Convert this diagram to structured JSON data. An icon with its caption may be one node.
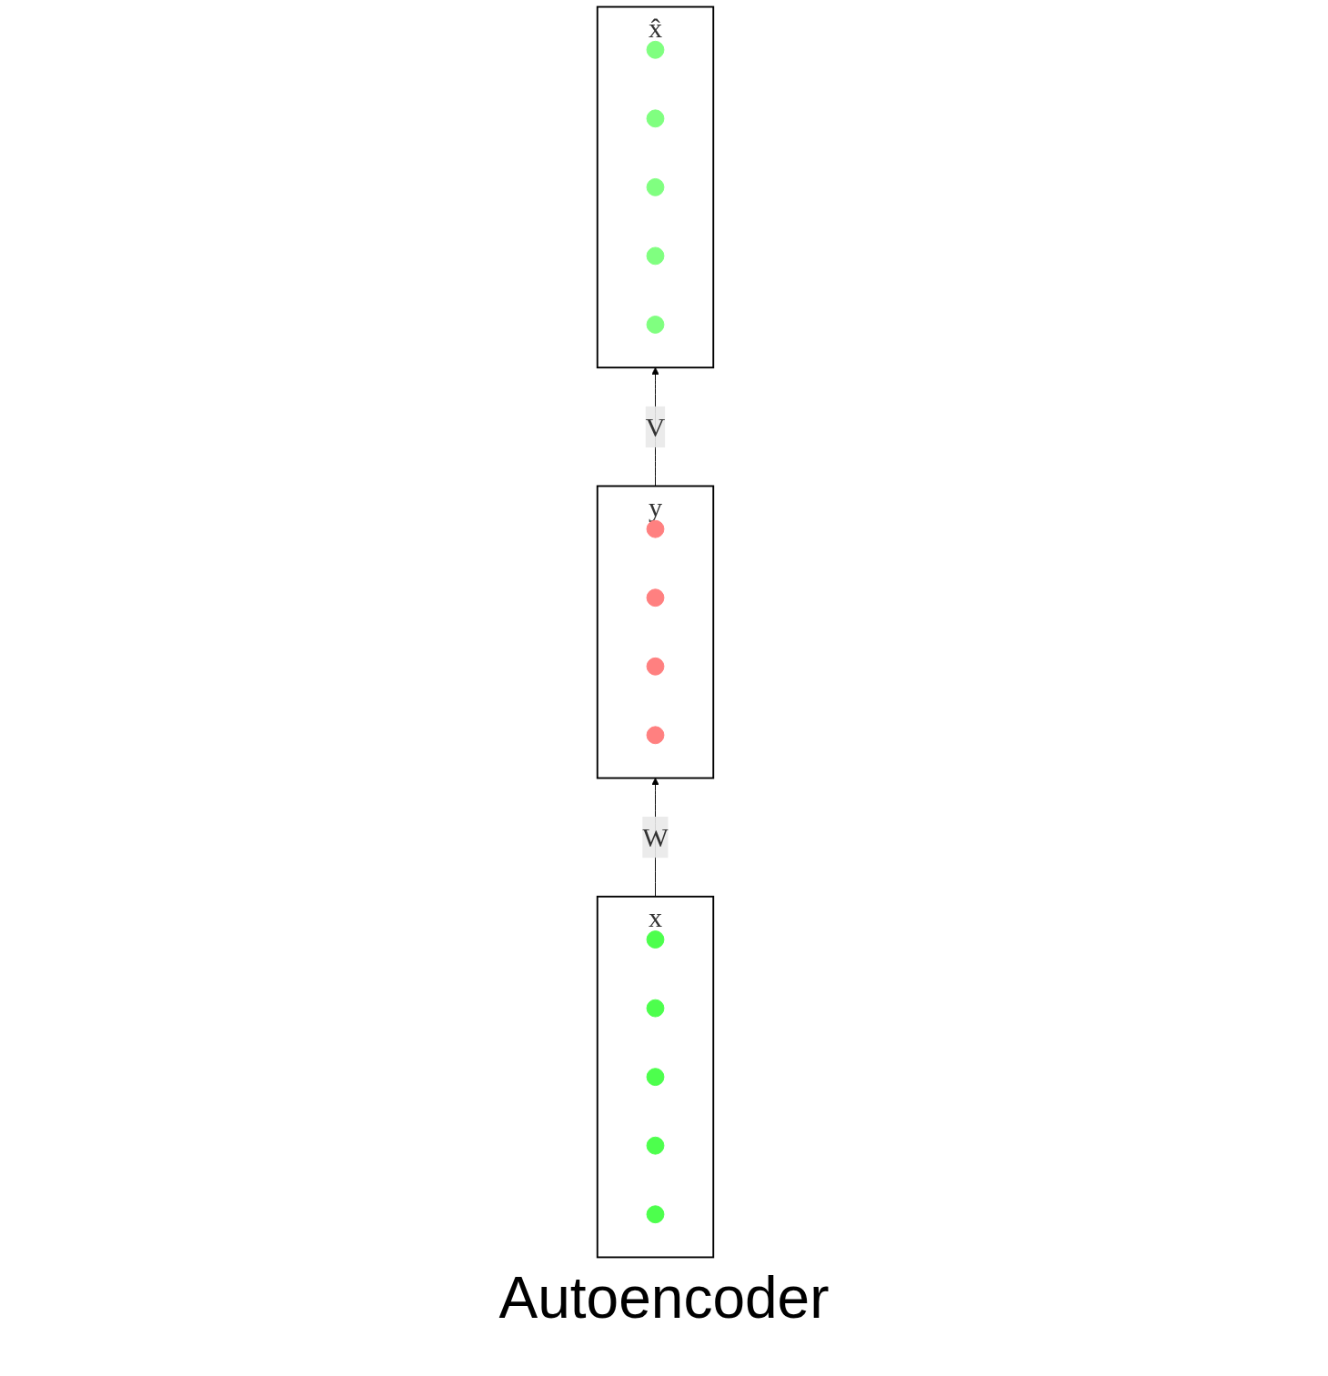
{
  "diagram": {
    "caption": "Autoencoder",
    "nodes": [
      {
        "text": [
          "x̂"
        ]
      },
      {
        "text": [],
        "shape": "circle",
        "in": 0
      },
      {
        "text": [],
        "shape": "circle",
        "in": 0
      },
      {
        "text": [],
        "shape": "circle",
        "in": 0
      },
      {
        "text": [],
        "shape": "circle",
        "in": 0
      },
      {
        "text": [],
        "shape": "circle",
        "in": 0
      },
      {
        "text": [
          "y"
        ]
      },
      {
        "text": [],
        "shape": "circle",
        "in": 6
      },
      {
        "text": [],
        "shape": "circle",
        "in": 6
      },
      {
        "text": [],
        "shape": "circle",
        "in": 6
      },
      {
        "text": [],
        "shape": "circle",
        "in": 6
      },
      {
        "text": [
          "x"
        ]
      },
      {
        "text": [],
        "shape": "circle",
        "in": 11
      },
      {
        "text": [],
        "shape": "circle",
        "in": 11
      },
      {
        "text": [],
        "shape": "circle",
        "in": 11
      },
      {
        "text": [],
        "shape": "circle",
        "in": 11
      },
      {
        "text": [],
        "shape": "circle",
        "in": 11
      }
    ],
    "edges": [
      {
        "from": 11,
        "to": 6,
        "arrow": "to",
        "label": "W"
      },
      {
        "from": 6,
        "to": 0,
        "arrow": "to",
        "label": "V"
      }
    ]
  }
}
